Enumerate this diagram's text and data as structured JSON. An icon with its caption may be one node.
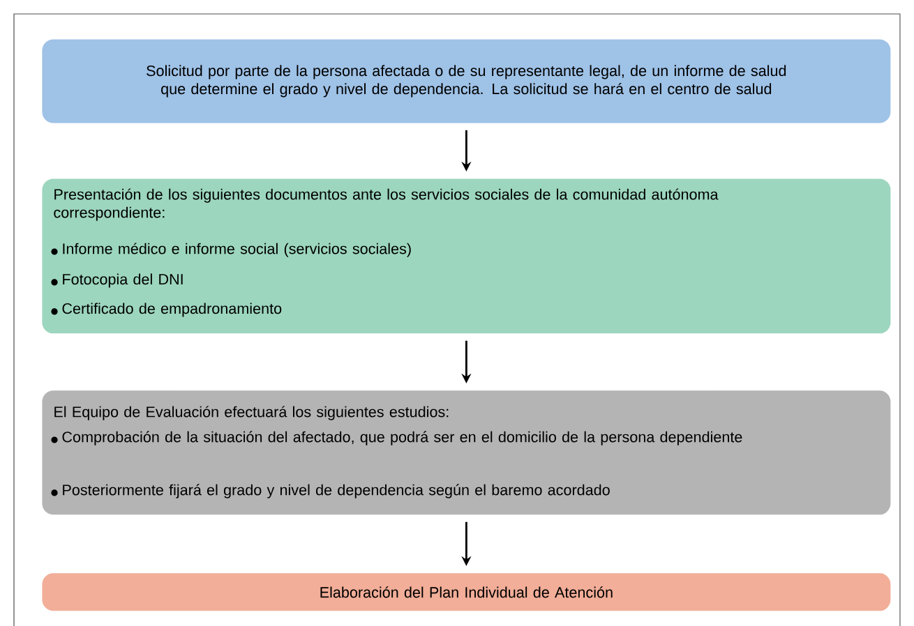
{
  "diagram": {
    "nodes": [
      {
        "text": [
          "Solicitud por parte de la persona afectada o de su representante legal, de un informe de salud que determine el grado y nivel de dependencia. La solicitud se hará en el centro de salud"
        ]
      },
      {
        "text": [
          "Presentación de los siguientes documentos ante los servicios sociales de la comunidad autónoma correspondiente:",
          "Informe médico e informe social (servicios sociales)",
          "Fotocopia del DNI",
          "Certificado de empadronamiento"
        ]
      },
      {
        "text": [
          "El Equipo de Evaluación efectuará los siguientes estudios:",
          "Comprobación de la situación del afectado, que podrá ser en el domicilio de la persona dependiente",
          "Posteriormente fijará el grado y nivel de dependencia según el baremo acordado"
        ]
      },
      {
        "text": [
          "Elaboración del Plan Individual de Atención"
        ]
      }
    ],
    "edges": [
      {
        "from": 0,
        "to": 1,
        "arrow": "to"
      },
      {
        "from": 1,
        "to": 2,
        "arrow": "to"
      },
      {
        "from": 2,
        "to": 3,
        "arrow": "to"
      }
    ]
  }
}
